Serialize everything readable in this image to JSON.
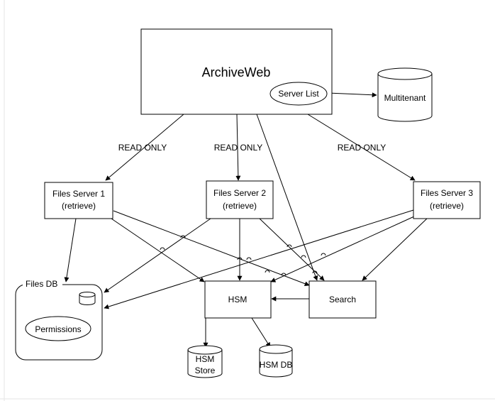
{
  "nodes": {
    "archiveweb": {
      "label": "ArchiveWeb"
    },
    "server_list": {
      "label": "Server List"
    },
    "multitenant": {
      "label": "Multitenant"
    },
    "files_server_1": {
      "line1": "Files Server 1",
      "line2": "(retrieve)"
    },
    "files_server_2": {
      "line1": "Files Server 2",
      "line2": "(retrieve)"
    },
    "files_server_3": {
      "line1": "Files Server 3",
      "line2": "(retrieve)"
    },
    "files_db": {
      "label": "Files DB"
    },
    "permissions": {
      "label": "Permissions"
    },
    "hsm": {
      "label": "HSM"
    },
    "search": {
      "label": "Search"
    },
    "hsm_store": {
      "line1": "HSM",
      "line2": "Store"
    },
    "hsm_db": {
      "label": "HSM DB"
    }
  },
  "edge_labels": {
    "to_fs1": "READ ONLY",
    "to_fs2": "READ ONLY",
    "to_fs3": "READ ONLY"
  },
  "colors": {
    "stroke": "#000000",
    "background": "#ffffff"
  }
}
